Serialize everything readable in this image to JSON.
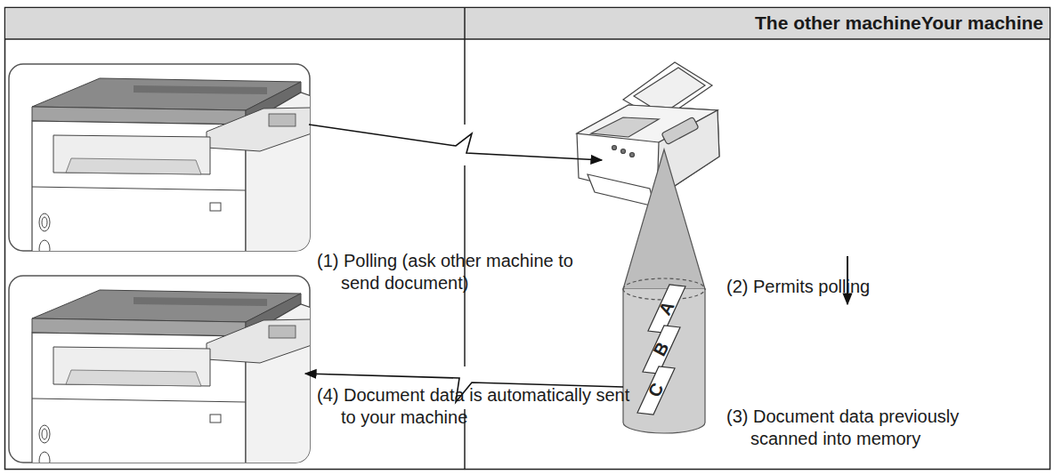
{
  "diagram": {
    "labels": [
      "The other machineYour machine",
      "(1) Polling (ask other machine to send document)",
      "(2) Permits polling",
      "(3) Document data previously scanned into memory",
      "(4) Document data is automatically sent to your machine",
      "A",
      "B",
      "C"
    ]
  }
}
